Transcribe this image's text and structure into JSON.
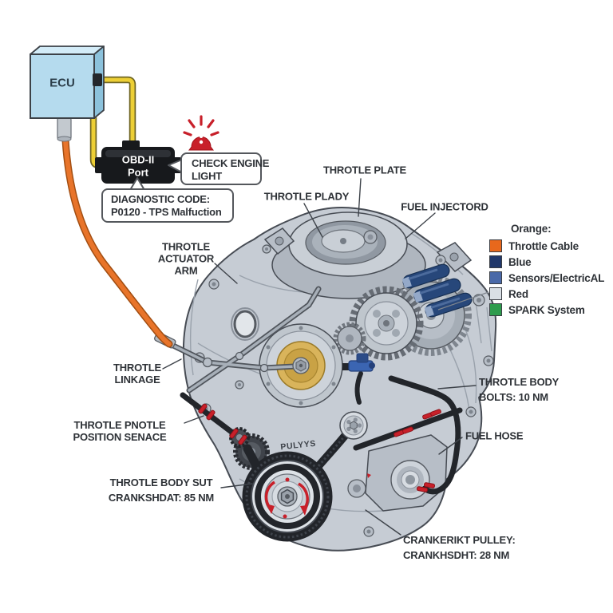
{
  "colors": {
    "orange-cable": "#E8742A",
    "yellow-wire": "#EDCF35",
    "yellow-wire-edge": "#6F6522",
    "alert-red": "#C8202A",
    "ecu-blue": "#B5DBEE",
    "injector-navy": "#27477A",
    "sensor-blue": "#3B65B2",
    "belt-black": "#22252A",
    "gold": "#D9B45B",
    "label-ink": "#2E3237"
  },
  "ecu": {
    "label": "ECU"
  },
  "obd_port": {
    "line1": "OBD-II",
    "line2": "Port"
  },
  "check_engine_light": {
    "line1": "CHECK ENGINE",
    "line2": "LIGHT"
  },
  "diagnostic": {
    "line1": "DIAGNOSTIC CODE:",
    "line2": "P0120 - TPS Malfuction"
  },
  "part_labels": {
    "throttle_plate": "THROTLE PLATE",
    "throttle_body": "THROTLE PLADY",
    "fuel_injector": "FUEL INJECTORD",
    "actuator_arm": {
      "line1": "THROTLE",
      "line2": "ACTUATOR",
      "line3": "ARM"
    },
    "throttle_linkage": {
      "line1": "THROTLE",
      "line2": "LINKAGE"
    },
    "position_sensor": {
      "line1": "THROTLE PNOTLE",
      "line2": "POSITION SENACE"
    },
    "body_nut": {
      "line1": "THROTLE BODY SUT",
      "line2": "CRANKSHDAT: 85 NM"
    },
    "body_bolts": {
      "line1": "THROTLE BODY",
      "line2": "BOLTS: 10 NM"
    },
    "fuel_hose": "FUEL HOSE",
    "crank_pulley": {
      "line1": "CRANKERIKT PULLEY:",
      "line2": "CRANKHSDHT: 28 NM"
    },
    "pulleys_marking": "PULYYS"
  },
  "legend": {
    "title": "Orange:",
    "items": [
      {
        "label": "Throttle Cable",
        "color": "#E8681C"
      },
      {
        "label": "Blue",
        "color": "#21386B"
      },
      {
        "label": "Sensors/ElectricAL",
        "color": "#4A69A8"
      },
      {
        "label": "Red",
        "color": "#D9DFE5"
      },
      {
        "label": "SPARK System",
        "color": "#2E9C4D"
      }
    ]
  }
}
